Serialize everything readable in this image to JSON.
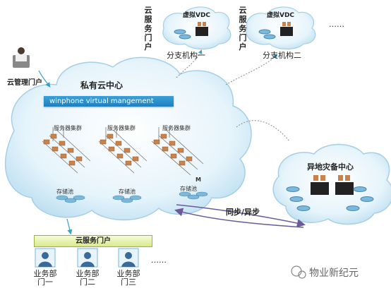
{
  "cloud_portals_vertical": [
    "云",
    "服",
    "务",
    "门",
    "户"
  ],
  "cloud_portal_labels": {
    "top_left": "云服务门户",
    "top_right": "云服务门户"
  },
  "branches": [
    {
      "vdc_label": "虚拟VDC",
      "branch_label": "分支机构一"
    },
    {
      "vdc_label": "虚拟VDC",
      "branch_label": "分支机构二"
    }
  ],
  "branch_ellipsis": "……",
  "cloud_management": {
    "label": "云管理门户"
  },
  "private_cloud": {
    "title": "私有云中心",
    "banner": "winphone virtual mangement",
    "clusters": [
      {
        "label": "服务器集群",
        "storage": "存储池"
      },
      {
        "label": "服务器集群",
        "storage": "存储池"
      },
      {
        "label": "服务器集群",
        "storage": "存储池"
      }
    ],
    "m_marker": "M"
  },
  "disaster_recovery": {
    "title": "异地灾备中心"
  },
  "sync_label": "同步/异步",
  "service_portal": {
    "label": "云服务门户",
    "departments": [
      {
        "line1": "业务部",
        "line2": "门一"
      },
      {
        "line1": "业务部",
        "line2": "门二"
      },
      {
        "line1": "业务部",
        "line2": "门三"
      }
    ],
    "ellipsis": "……"
  },
  "watermark": "物业新纪元",
  "colors": {
    "cloud_fill": "#dff1fb",
    "banner": "#2a8fcf",
    "arrow": "#6a5a9a",
    "server": "#c9834a"
  }
}
